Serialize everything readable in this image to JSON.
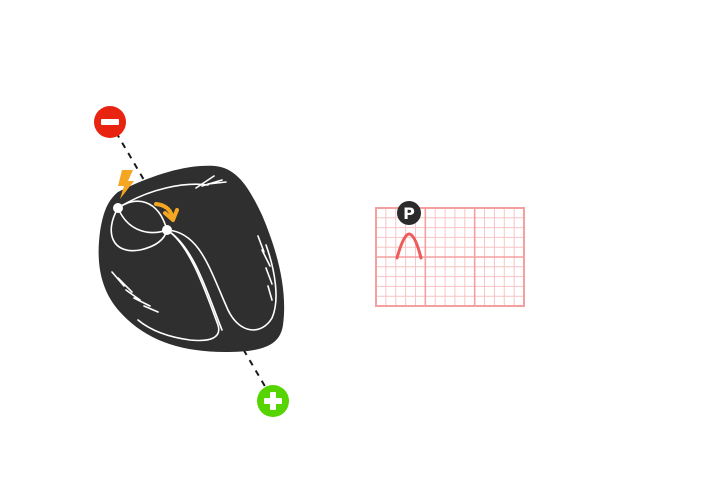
{
  "colors": {
    "background": "#ffffff",
    "heart": "#2f2f2f",
    "conduction": "#ffffff",
    "negative_electrode": "#e8230f",
    "positive_electrode": "#55d400",
    "impulse": "#f5a623",
    "ecg_grid": "#f7a8a8",
    "ecg_trace": "#ef5a5a",
    "wave_badge": "#2b2b2b"
  },
  "electrodes": {
    "negative": {
      "symbol": "−",
      "icon": "minus-icon"
    },
    "positive": {
      "symbol": "+",
      "icon": "plus-icon"
    }
  },
  "icons": {
    "impulse": "lightning-bolt-icon",
    "propagation": "curved-arrow-icon",
    "heart": "heart-anatomy-icon"
  },
  "ecg": {
    "wave_label": "P",
    "wave": "P-wave",
    "grid": {
      "major_cols": 3,
      "major_rows": 2,
      "minor_per_major": 5
    }
  }
}
